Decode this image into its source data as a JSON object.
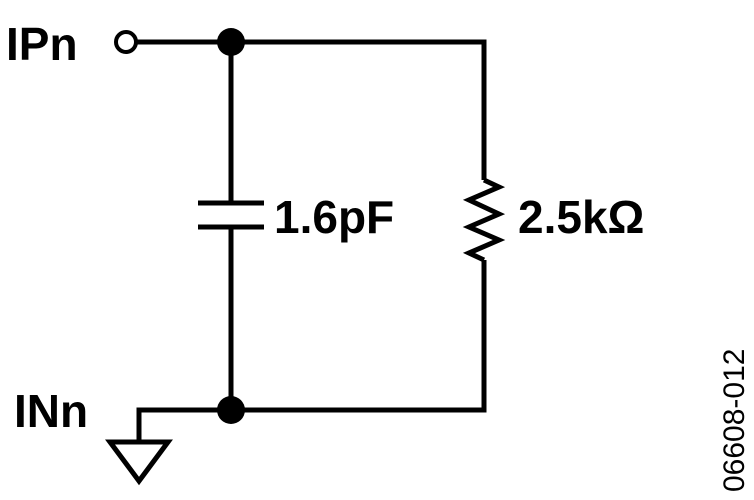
{
  "labels": {
    "input_positive": "IPn",
    "input_negative": "INn",
    "capacitor": "1.6pF",
    "resistor": "2.5kΩ",
    "figure_id": "06608-012"
  },
  "colors": {
    "line": "#000000",
    "background": "#ffffff"
  }
}
